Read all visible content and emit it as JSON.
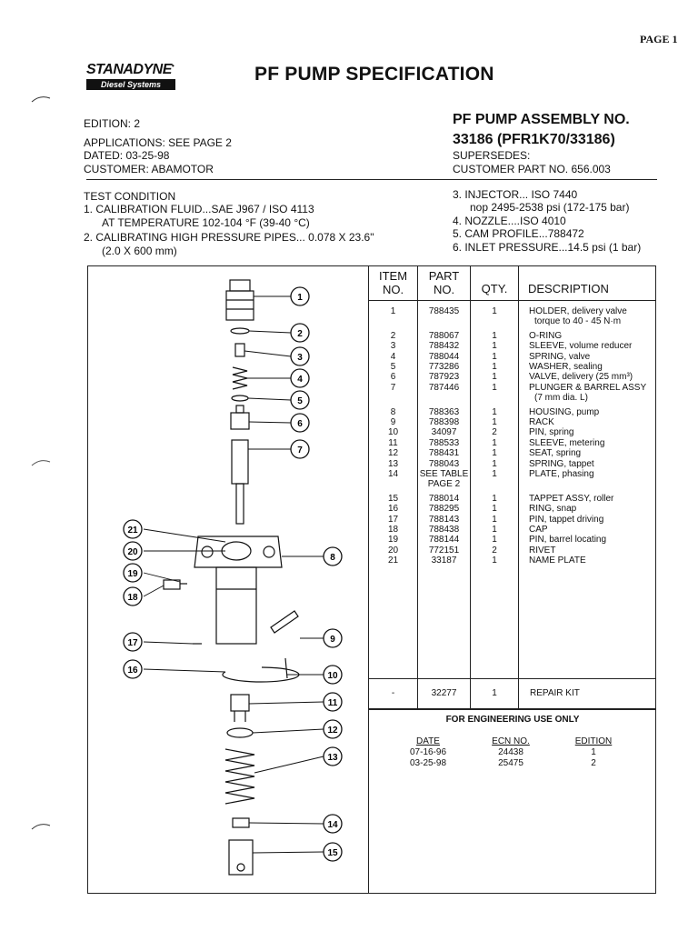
{
  "page": "PAGE 1",
  "logo": {
    "brand": "STANADYNE",
    "division": "Diesel Systems"
  },
  "title": "PF PUMP SPECIFICATION",
  "left_info": [
    "EDITION: 2",
    "APPLICATIONS:  SEE PAGE 2",
    "DATED:  03-25-98",
    "CUSTOMER:  ABAMOTOR"
  ],
  "assembly": {
    "line1": "PF PUMP ASSEMBLY NO.",
    "line2": "33186 (PFR1K70/33186)",
    "supersedes": "SUPERSEDES:",
    "customer_part": "CUSTOMER PART NO.  656.003"
  },
  "test_condition": {
    "heading": "TEST CONDITION",
    "left_lines": [
      "1.  CALIBRATION FLUID...SAE J967 / ISO 4113",
      "AT TEMPERATURE 102-104 °F (39-40 °C)",
      "2.  CALIBRATING HIGH PRESSURE PIPES... 0.078 X 23.6\"",
      "(2.0 X 600 mm)"
    ],
    "right_lines": [
      "3.  INJECTOR... ISO 7440",
      "nop 2495-2538 psi (172-175 bar)",
      "4.  NOZZLE....ISO 4010",
      "5.  CAM PROFILE...788472",
      "6.  INLET PRESSURE...14.5 psi (1 bar)"
    ]
  },
  "table": {
    "headers": {
      "item": "ITEM\nNO.",
      "part": "PART\nNO.",
      "qty": "QTY.",
      "desc": "DESCRIPTION"
    },
    "rows": [
      {
        "item": "1",
        "part": "788435",
        "qty": "1",
        "desc": "HOLDER, delivery valve"
      },
      {
        "item": "",
        "part": "",
        "qty": "",
        "desc": "torque to 40 - 45 N·m"
      },
      {
        "item": "2",
        "part": "788067",
        "qty": "1",
        "desc": "O-RING"
      },
      {
        "item": "3",
        "part": "788432",
        "qty": "1",
        "desc": "SLEEVE, volume reducer"
      },
      {
        "item": "4",
        "part": "788044",
        "qty": "1",
        "desc": "SPRING, valve"
      },
      {
        "item": "5",
        "part": "773286",
        "qty": "1",
        "desc": "WASHER, sealing"
      },
      {
        "item": "6",
        "part": "787923",
        "qty": "1",
        "desc": "VALVE, delivery (25 mm³)"
      },
      {
        "item": "7",
        "part": "787446",
        "qty": "1",
        "desc": "PLUNGER & BARREL ASSY"
      },
      {
        "item": "",
        "part": "",
        "qty": "",
        "desc": "(7 mm dia.  L)"
      },
      {
        "item": "8",
        "part": "788363",
        "qty": "1",
        "desc": "HOUSING, pump"
      },
      {
        "item": "9",
        "part": "788398",
        "qty": "1",
        "desc": "RACK"
      },
      {
        "item": "10",
        "part": "34097",
        "qty": "2",
        "desc": "PIN, spring"
      },
      {
        "item": "11",
        "part": "788533",
        "qty": "1",
        "desc": "SLEEVE, metering"
      },
      {
        "item": "12",
        "part": "788431",
        "qty": "1",
        "desc": "SEAT, spring"
      },
      {
        "item": "13",
        "part": "788043",
        "qty": "1",
        "desc": "SPRING, tappet"
      },
      {
        "item": "14",
        "part": "SEE TABLE",
        "qty": "1",
        "desc": "PLATE, phasing"
      },
      {
        "item": "",
        "part": "PAGE 2",
        "qty": "",
        "desc": ""
      },
      {
        "item": "15",
        "part": "788014",
        "qty": "1",
        "desc": "TAPPET ASSY, roller"
      },
      {
        "item": "16",
        "part": "788295",
        "qty": "1",
        "desc": "RING, snap"
      },
      {
        "item": "17",
        "part": "788143",
        "qty": "1",
        "desc": "PIN, tappet driving"
      },
      {
        "item": "18",
        "part": "788438",
        "qty": "1",
        "desc": "CAP"
      },
      {
        "item": "19",
        "part": "788144",
        "qty": "1",
        "desc": "PIN, barrel locating"
      },
      {
        "item": "20",
        "part": "772151",
        "qty": "2",
        "desc": "RIVET"
      },
      {
        "item": "21",
        "part": "33187",
        "qty": "1",
        "desc": "NAME PLATE"
      }
    ],
    "repair_kit": {
      "item": "-",
      "part": "32277",
      "qty": "1",
      "desc": "REPAIR KIT"
    }
  },
  "engineering": {
    "title": "FOR ENGINEERING USE ONLY",
    "headers": {
      "date": "DATE",
      "ecn": "ECN NO.",
      "edition": "EDITION"
    },
    "rows": [
      {
        "date": "07-16-96",
        "ecn": "24438",
        "edition": "1"
      },
      {
        "date": "03-25-98",
        "ecn": "25475",
        "edition": "2"
      }
    ]
  },
  "callouts": [
    "1",
    "2",
    "3",
    "4",
    "5",
    "6",
    "7",
    "8",
    "9",
    "10",
    "11",
    "12",
    "13",
    "14",
    "15",
    "16",
    "17",
    "18",
    "19",
    "20",
    "21"
  ]
}
